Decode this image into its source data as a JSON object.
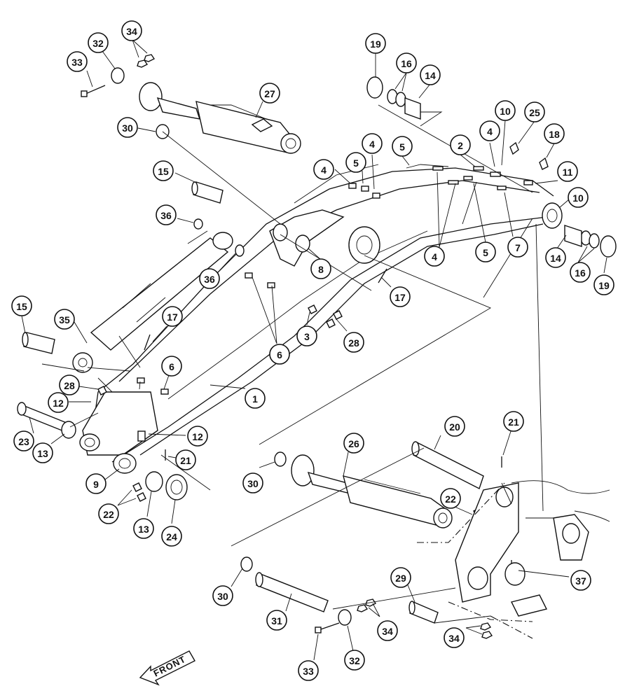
{
  "figure": {
    "front_label": "FRONT"
  },
  "callouts": [
    {
      "id": "c33a",
      "label": "33"
    },
    {
      "id": "c32a",
      "label": "32"
    },
    {
      "id": "c34a",
      "label": "34"
    },
    {
      "id": "c30a",
      "label": "30"
    },
    {
      "id": "c27",
      "label": "27"
    },
    {
      "id": "c19a",
      "label": "19"
    },
    {
      "id": "c16a",
      "label": "16"
    },
    {
      "id": "c14a",
      "label": "14"
    },
    {
      "id": "c10a",
      "label": "10"
    },
    {
      "id": "c25",
      "label": "25"
    },
    {
      "id": "c18",
      "label": "18"
    },
    {
      "id": "c2",
      "label": "2"
    },
    {
      "id": "c4a",
      "label": "4"
    },
    {
      "id": "c5a",
      "label": "5"
    },
    {
      "id": "c4b",
      "label": "4"
    },
    {
      "id": "c5b",
      "label": "5"
    },
    {
      "id": "c4c",
      "label": "4"
    },
    {
      "id": "c15a",
      "label": "15"
    },
    {
      "id": "c11",
      "label": "11"
    },
    {
      "id": "c10b",
      "label": "10"
    },
    {
      "id": "c36a",
      "label": "36"
    },
    {
      "id": "c36b",
      "label": "36"
    },
    {
      "id": "c8",
      "label": "8"
    },
    {
      "id": "c4d",
      "label": "4"
    },
    {
      "id": "c5c",
      "label": "5"
    },
    {
      "id": "c7",
      "label": "7"
    },
    {
      "id": "c14b",
      "label": "14"
    },
    {
      "id": "c16b",
      "label": "16"
    },
    {
      "id": "c19b",
      "label": "19"
    },
    {
      "id": "c17a",
      "label": "17"
    },
    {
      "id": "c15b",
      "label": "15"
    },
    {
      "id": "c35",
      "label": "35"
    },
    {
      "id": "c17b",
      "label": "17"
    },
    {
      "id": "c3",
      "label": "3"
    },
    {
      "id": "c28a",
      "label": "28"
    },
    {
      "id": "c6a",
      "label": "6"
    },
    {
      "id": "c6b",
      "label": "6"
    },
    {
      "id": "c1",
      "label": "1"
    },
    {
      "id": "c28b",
      "label": "28"
    },
    {
      "id": "c12a",
      "label": "12"
    },
    {
      "id": "c23",
      "label": "23"
    },
    {
      "id": "c13a",
      "label": "13"
    },
    {
      "id": "c12b",
      "label": "12"
    },
    {
      "id": "c20",
      "label": "20"
    },
    {
      "id": "c21a",
      "label": "21"
    },
    {
      "id": "c26",
      "label": "26"
    },
    {
      "id": "c21b",
      "label": "21"
    },
    {
      "id": "c9",
      "label": "9"
    },
    {
      "id": "c30b",
      "label": "30"
    },
    {
      "id": "c22a",
      "label": "22"
    },
    {
      "id": "c22b",
      "label": "22"
    },
    {
      "id": "c13b",
      "label": "13"
    },
    {
      "id": "c24",
      "label": "24"
    },
    {
      "id": "c37",
      "label": "37"
    },
    {
      "id": "c30c",
      "label": "30"
    },
    {
      "id": "c29",
      "label": "29"
    },
    {
      "id": "c31",
      "label": "31"
    },
    {
      "id": "c34b",
      "label": "34"
    },
    {
      "id": "c34c",
      "label": "34"
    },
    {
      "id": "c33b",
      "label": "33"
    },
    {
      "id": "c32b",
      "label": "32"
    }
  ]
}
